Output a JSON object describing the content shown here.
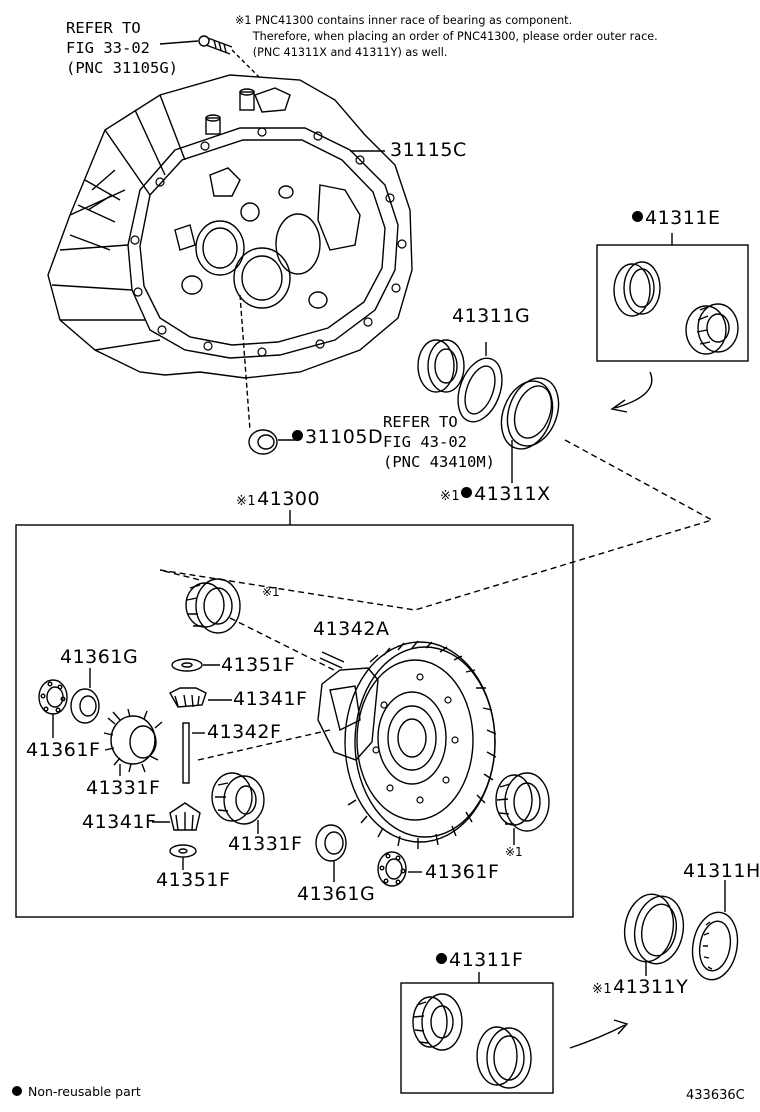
{
  "notes": {
    "line1": "※1 PNC41300 contains inner race of bearing as component.",
    "line2": "     Therefore, when placing an order of PNC41300, please order outer race.",
    "line3": "     (PNC 41311X and 41311Y) as well."
  },
  "refs": {
    "fig33": [
      "REFER TO",
      "FIG 33-02",
      "(PNC 31105G)"
    ],
    "fig43": [
      "REFER TO",
      "FIG 43-02",
      "(PNC 43410M)"
    ]
  },
  "parts": {
    "p31115C": "31115C",
    "p41311E": "41311E",
    "p41311G": "41311G",
    "p31105D": "31105D",
    "p41311X": "41311X",
    "p41300": "41300",
    "p41342A": "41342A",
    "p41361G_a": "41361G",
    "p41351F_a": "41351F",
    "p41341F_a": "41341F",
    "p41342F": "41342F",
    "p41361F_a": "41361F",
    "p41331F_a": "41331F",
    "p41341F_b": "41341F",
    "p41331F_b": "41331F",
    "p41351F_b": "41351F",
    "p41361G_b": "41361G",
    "p41361F_b": "41361F",
    "p41311H": "41311H",
    "p41311Y": "41311Y",
    "p41311F": "41311F"
  },
  "marks": {
    "m1": "※1"
  },
  "legend": {
    "text": "Non-reusable part"
  },
  "footer": {
    "code": "433636C"
  }
}
